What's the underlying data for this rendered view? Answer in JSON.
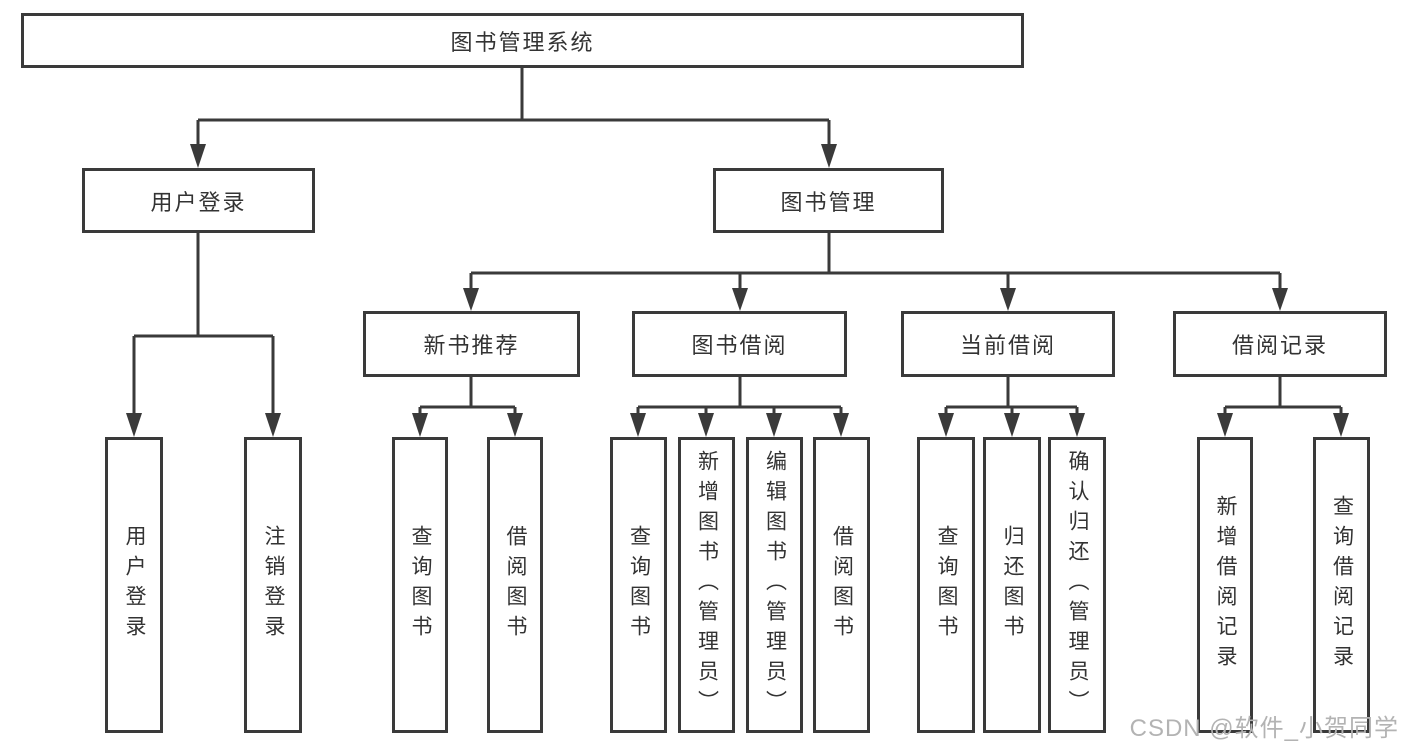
{
  "diagram": {
    "title": "图书管理系统",
    "nodes": {
      "root": "图书管理系统",
      "user_login": "用户登录",
      "book_mgmt": "图书管理",
      "new_book_rec": "新书推荐",
      "book_borrow": "图书借阅",
      "current_borrow": "当前借阅",
      "borrow_records": "借阅记录",
      "login": "用户登录",
      "logout": "注销登录",
      "rec_query_books": "查询图书",
      "rec_borrow_books": "借阅图书",
      "bb_query_books": "查询图书",
      "bb_add_books": "新增图书（管理员）",
      "bb_edit_books": "编辑图书（管理员）",
      "bb_borrow_books": "借阅图书",
      "cb_query_books": "查询图书",
      "cb_return_books": "归还图书",
      "cb_confirm_return": "确认归还（管理员）",
      "br_add_record": "新增借阅记录",
      "br_query_record": "查询借阅记录"
    },
    "structure": [
      {
        "parent": "图书管理系统",
        "children": [
          "用户登录",
          "图书管理"
        ]
      },
      {
        "parent": "用户登录",
        "children": [
          "用户登录",
          "注销登录"
        ]
      },
      {
        "parent": "图书管理",
        "children": [
          "新书推荐",
          "图书借阅",
          "当前借阅",
          "借阅记录"
        ]
      },
      {
        "parent": "新书推荐",
        "children": [
          "查询图书",
          "借阅图书"
        ]
      },
      {
        "parent": "图书借阅",
        "children": [
          "查询图书",
          "新增图书（管理员）",
          "编辑图书（管理员）",
          "借阅图书"
        ]
      },
      {
        "parent": "当前借阅",
        "children": [
          "查询图书",
          "归还图书",
          "确认归还（管理员）"
        ]
      },
      {
        "parent": "借阅记录",
        "children": [
          "新增借阅记录",
          "查询借阅记录"
        ]
      }
    ]
  },
  "colors": {
    "line": "#3a3a3a",
    "text": "#333333",
    "background": "#ffffff",
    "watermark": "#b3b3b3"
  },
  "watermark": {
    "text": "CSDN @软件_小贺同学"
  }
}
